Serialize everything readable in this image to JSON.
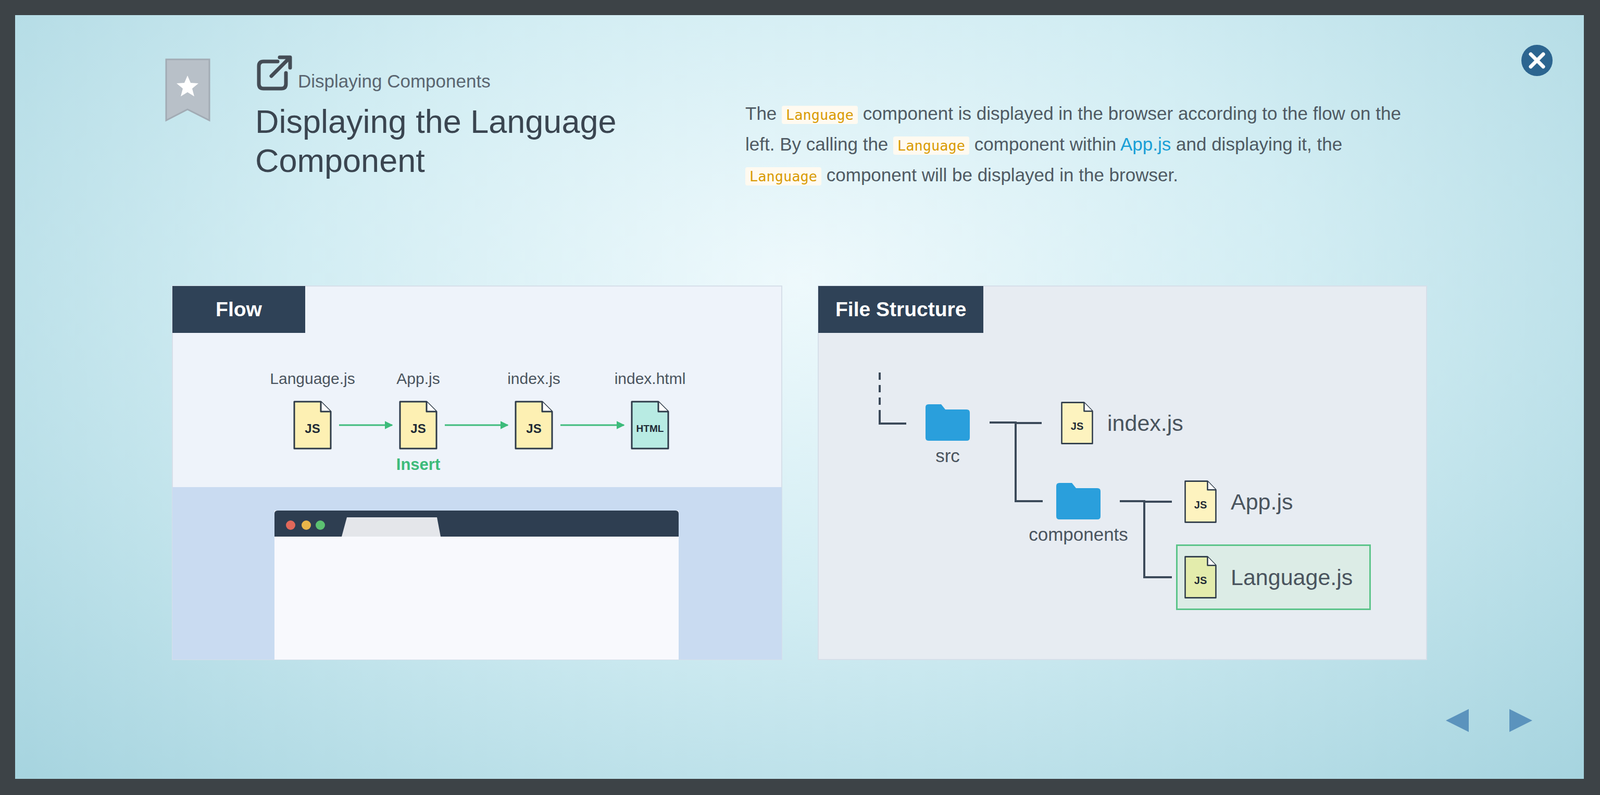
{
  "diagram": {
    "title": "Displaying the Language Component",
    "nodes": [
      {
        "text": [
          "Flow"
        ]
      },
      {
        "text": [
          "Language.js",
          "JS"
        ],
        "in": 0
      },
      {
        "text": [
          "App.js",
          "JS"
        ],
        "in": 0
      },
      {
        "text": [
          "index.js",
          "JS"
        ],
        "in": 0
      },
      {
        "text": [
          "index.html",
          "HTML"
        ],
        "in": 0
      },
      {
        "text": [
          "File Structure"
        ]
      },
      {
        "text": [
          "src"
        ],
        "in": 5
      },
      {
        "text": [
          "JS",
          "index.js"
        ],
        "in": 5
      },
      {
        "text": [
          "components"
        ],
        "in": 5
      },
      {
        "text": [
          "JS",
          "App.js"
        ],
        "in": 5
      },
      {
        "text": [
          "JS",
          "Language.js"
        ],
        "in": 5
      }
    ],
    "edges": [
      {
        "from": 1,
        "to": 2,
        "arrow": "to"
      },
      {
        "from": 2,
        "to": 3,
        "arrow": "to"
      },
      {
        "from": 3,
        "to": 4,
        "arrow": "to"
      },
      {
        "from": 6,
        "to": 7,
        "arrow": "none"
      },
      {
        "from": 6,
        "to": 8,
        "arrow": "none"
      },
      {
        "from": 8,
        "to": 9,
        "arrow": "none"
      },
      {
        "from": 8,
        "to": 10,
        "arrow": "none"
      }
    ],
    "labels": [
      "Displaying Components",
      "The",
      "Language",
      "component is displayed in the browser according to the flow on the left. By calling the",
      "Language",
      "component within",
      "App.js",
      "and displaying it, the",
      "Language",
      "component will be displayed in the browser.",
      "Insert"
    ]
  }
}
